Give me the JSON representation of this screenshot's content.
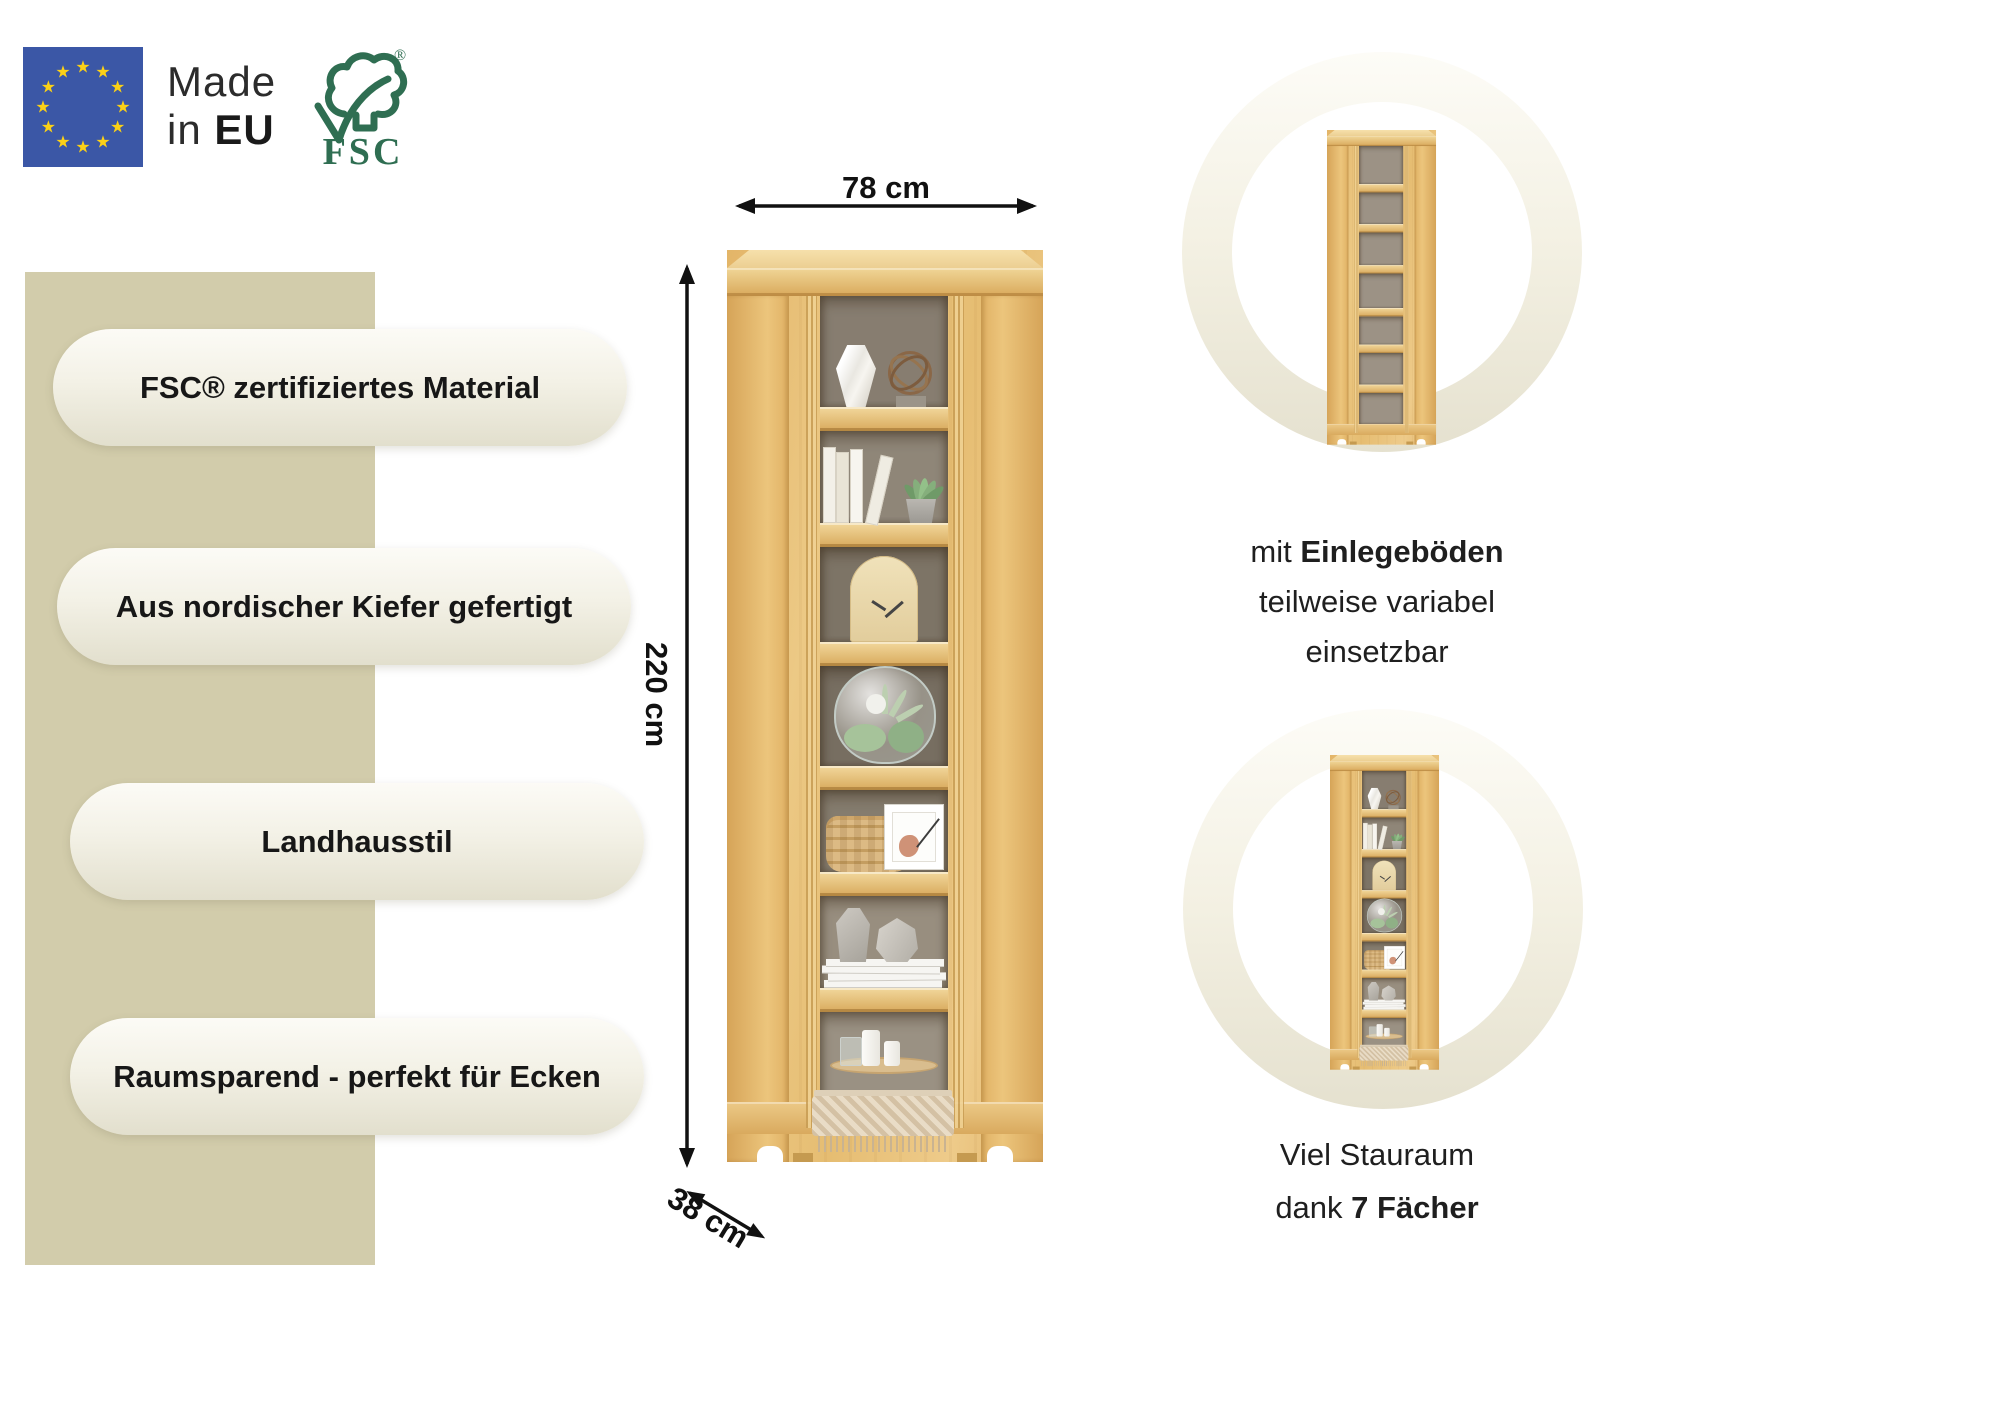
{
  "logos": {
    "made_in": {
      "word1": "Made",
      "word2": "in ",
      "word3": "EU"
    },
    "fsc": {
      "name": "FSC",
      "registered": "®"
    }
  },
  "colors": {
    "band": "#d2ccab",
    "wood": "#e5bc74",
    "fsc_green": "#2f6e52",
    "eu_blue": "#3b57a6",
    "star_yellow": "#fbd116",
    "ring_cream": "#ece8d8"
  },
  "features": [
    {
      "label": "FSC® zertifiziertes Material"
    },
    {
      "label": "Aus nordischer Kiefer gefertigt"
    },
    {
      "label": "Landhausstil"
    },
    {
      "label": "Raumsparend - perfekt für Ecken"
    }
  ],
  "dimensions": {
    "width": "78 cm",
    "height": "220 cm",
    "depth": "38 cm"
  },
  "captions": {
    "top": {
      "l1_pre": "mit ",
      "l1_bold": "Einlegeböden",
      "l2": "teilweise variabel",
      "l3": "einsetzbar"
    },
    "bottom": {
      "l1": "Viel Stauraum",
      "l2_pre": "dank ",
      "l2_bold": "7 Fächer"
    }
  },
  "shelf_decor": [
    "white faceted vase & bronze knot sculpture",
    "books & succulent in grey pot",
    "wooden arch clock",
    "glass terrarium with plants",
    "woven basket & picture frame",
    "stone vases on magazine stack",
    "candle tray & folded fringe blanket"
  ]
}
